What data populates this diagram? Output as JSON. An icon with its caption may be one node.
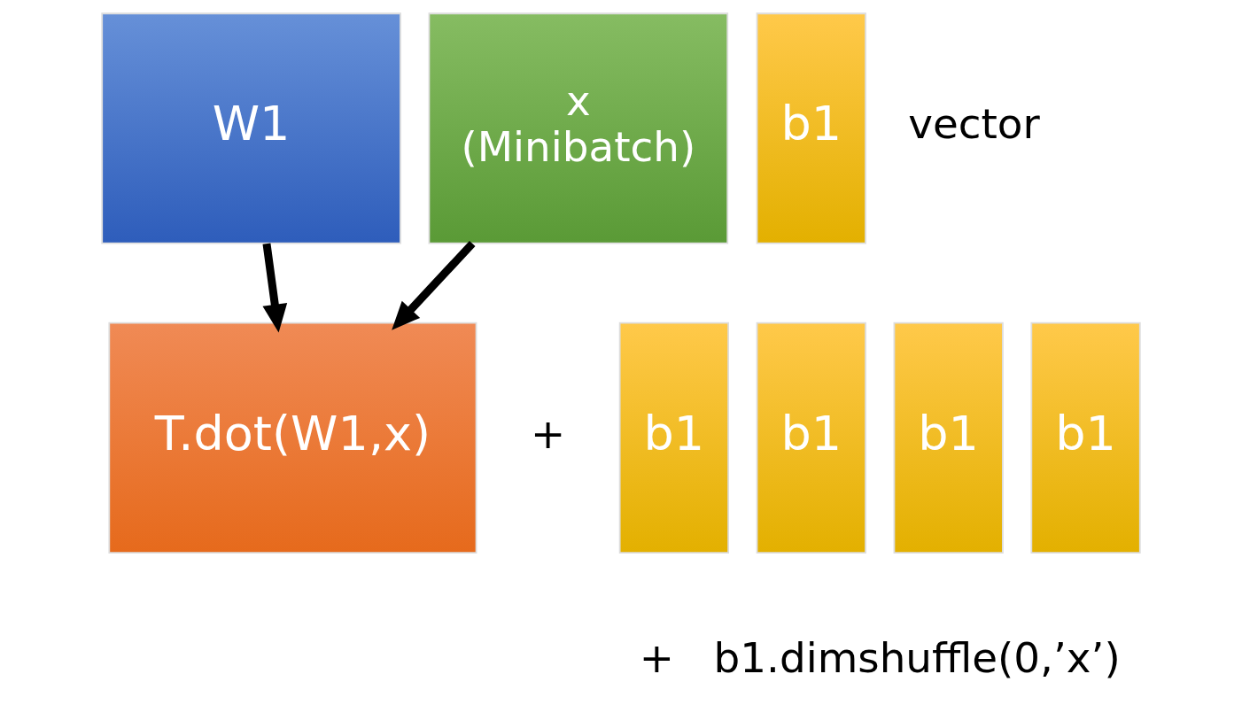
{
  "diagram": {
    "nodes": [
      {
        "text": [
          "W1"
        ]
      },
      {
        "text": [
          "x",
          "(Minibatch)"
        ]
      },
      {
        "text": [
          "b1"
        ],
        "beside": [
          "vector"
        ]
      },
      {
        "text": [
          "T.dot(W1,x)"
        ]
      },
      {
        "text": [
          "b1"
        ]
      },
      {
        "text": [
          "b1"
        ]
      },
      {
        "text": [
          "b1"
        ]
      },
      {
        "text": [
          "b1"
        ]
      }
    ],
    "edges": [
      {
        "from": 0,
        "to": 3,
        "arrow": "to"
      },
      {
        "from": 1,
        "to": 3,
        "arrow": "to"
      }
    ],
    "labels": [
      "+",
      "+   b1.dimshuffle(0,’x’)"
    ]
  }
}
